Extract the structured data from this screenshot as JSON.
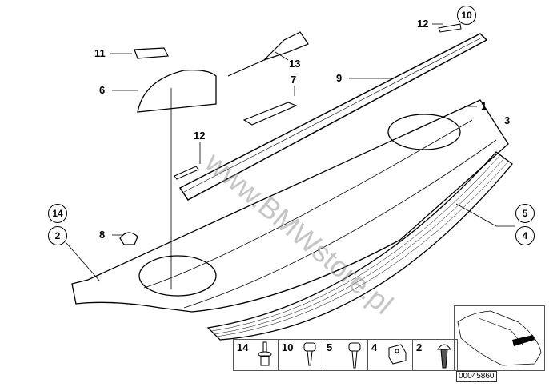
{
  "watermark": "www.BMWstore.pl",
  "callouts": {
    "c12a": "12",
    "c10": "10",
    "c11": "11",
    "c13": "13",
    "c7": "7",
    "c9": "9",
    "c6": "6",
    "c1": "1",
    "c3": "3",
    "c12b": "12",
    "c14": "14",
    "c2": "2",
    "c5": "5",
    "c4": "4",
    "c8": "8"
  },
  "fasteners": [
    "14",
    "10",
    "5",
    "4",
    "2"
  ],
  "diagram_code": "00045860"
}
